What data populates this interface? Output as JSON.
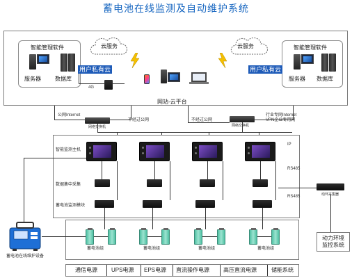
{
  "title": "蓄电池在线监测及自动维护系统",
  "cloud_platform": {
    "left_software": "智能管理软件",
    "left_server": "服务器",
    "left_database": "数据库",
    "right_software": "智能管理软件",
    "right_server": "服务器",
    "right_database": "数据库",
    "cloud_left": "云服务",
    "cloud_right": "云服务",
    "private_cloud_left": "用户私有云",
    "private_cloud_right": "用户私有云",
    "network_4g": "4G",
    "platform_label": "网站-云平台"
  },
  "network": {
    "public_internet": "公网Internet",
    "left_switch": "网络交换机",
    "not_through_internet": "不经过公网",
    "not_through_internet_2": "不经过公网",
    "right_switch": "网络交换机",
    "industry_internet": "行业专网Internet",
    "vpn": "VPN企业专用网"
  },
  "rows": {
    "host": "智能监测主机",
    "collector": "数据集中采集",
    "sampler": "蓄电池监测模块",
    "ip": "IP",
    "rs485_1": "RS485",
    "rs485_2": "RS485"
  },
  "right_side": {
    "dynamic_collector": "动环采集器",
    "dynamic_system": "动力环境\n监控系统"
  },
  "left_side": {
    "device_label": "蓄电池在线维护设备"
  },
  "battery_groups": {
    "group1": "蓄电池组",
    "group2": "蓄电池组",
    "group3": "蓄电池组",
    "group4": "蓄电池组"
  },
  "bottom_labels": [
    "通信电源",
    "UPS电源",
    "EPS电源",
    "直流操作电源",
    "高压直流电源",
    "储能系统"
  ]
}
